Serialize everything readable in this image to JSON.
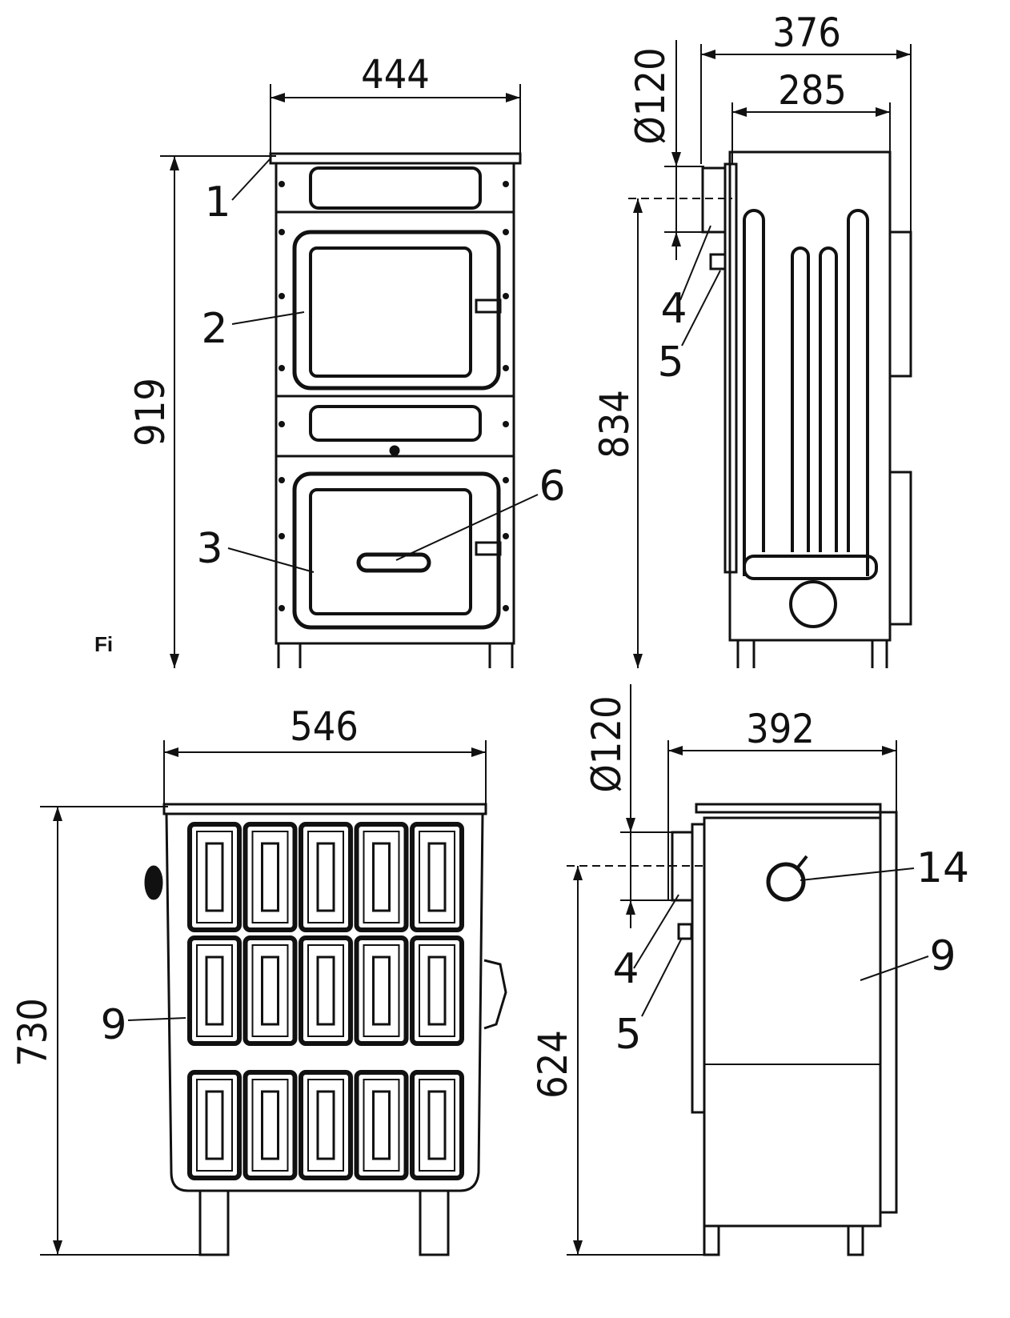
{
  "figure_label": "Fi",
  "views": {
    "front_top": {
      "dims": {
        "width": "444",
        "height": "919"
      },
      "callouts": [
        "1",
        "2",
        "3",
        "6"
      ]
    },
    "side_top": {
      "dims": {
        "depth_outer": "376",
        "depth_inner": "285",
        "flue_diameter": "Ø120",
        "flue_height": "834"
      },
      "callouts": [
        "4",
        "5"
      ]
    },
    "front_bottom": {
      "dims": {
        "width": "546",
        "height": "730"
      },
      "callouts": [
        "9"
      ],
      "tile_rows": 3,
      "tile_cols": 5
    },
    "side_bottom": {
      "dims": {
        "depth": "392",
        "flue_diameter": "Ø120",
        "flue_height": "624"
      },
      "callouts": [
        "14",
        "9",
        "4",
        "5"
      ]
    }
  },
  "colors": {
    "line": "#111111",
    "background": "#ffffff"
  }
}
